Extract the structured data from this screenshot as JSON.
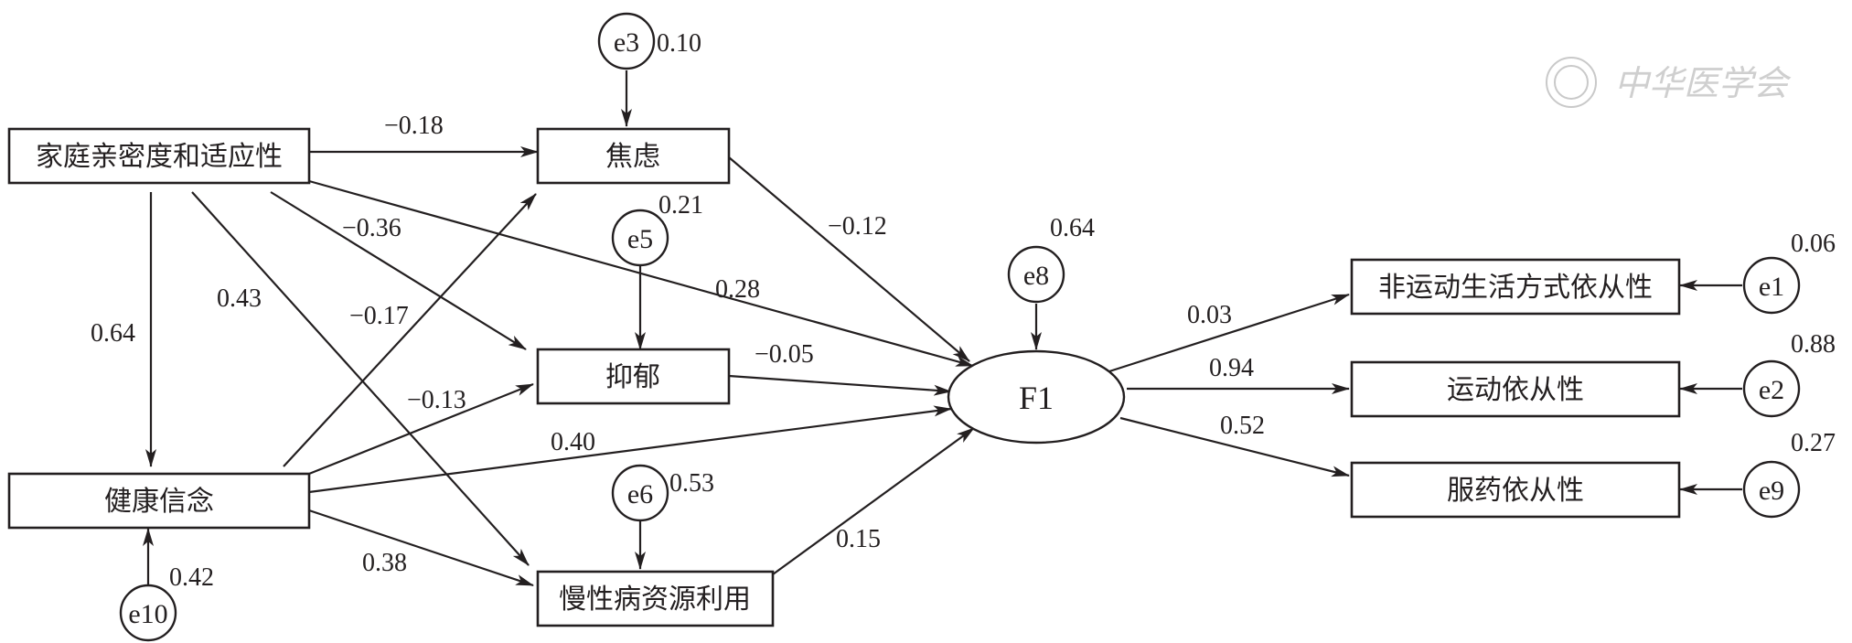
{
  "diagram": {
    "nodes": {
      "family": "家庭亲密度和适应性",
      "anxiety": "焦虑",
      "depression": "抑郁",
      "belief": "健康信念",
      "resource": "慢性病资源利用",
      "f1": "F1",
      "nonex": "非运动生活方式依从性",
      "exercise": "运动依从性",
      "medication": "服药依从性"
    },
    "errors": {
      "e3": {
        "label": "e3",
        "value": "0.10"
      },
      "e5": {
        "label": "e5",
        "value": "0.21"
      },
      "e6": {
        "label": "e6",
        "value": "0.53"
      },
      "e8": {
        "label": "e8",
        "value": "0.64"
      },
      "e10": {
        "label": "e10",
        "value": "0.42"
      },
      "e1": {
        "label": "e1",
        "value": "0.06"
      },
      "e2": {
        "label": "e2",
        "value": "0.88"
      },
      "e9": {
        "label": "e9",
        "value": "0.27"
      }
    },
    "paths": {
      "family_anxiety": "−0.18",
      "family_depression": "−0.36",
      "family_f1": "0.28",
      "family_resource": "0.43",
      "family_belief": "0.64",
      "belief_anxiety": "−0.17",
      "belief_depression": "−0.13",
      "belief_f1": "0.40",
      "belief_resource": "0.38",
      "anxiety_f1": "−0.12",
      "depression_f1": "−0.05",
      "resource_f1": "0.15",
      "f1_nonex": "0.03",
      "f1_exercise": "0.94",
      "f1_medication": "0.52"
    },
    "watermark": "中华医学会"
  }
}
